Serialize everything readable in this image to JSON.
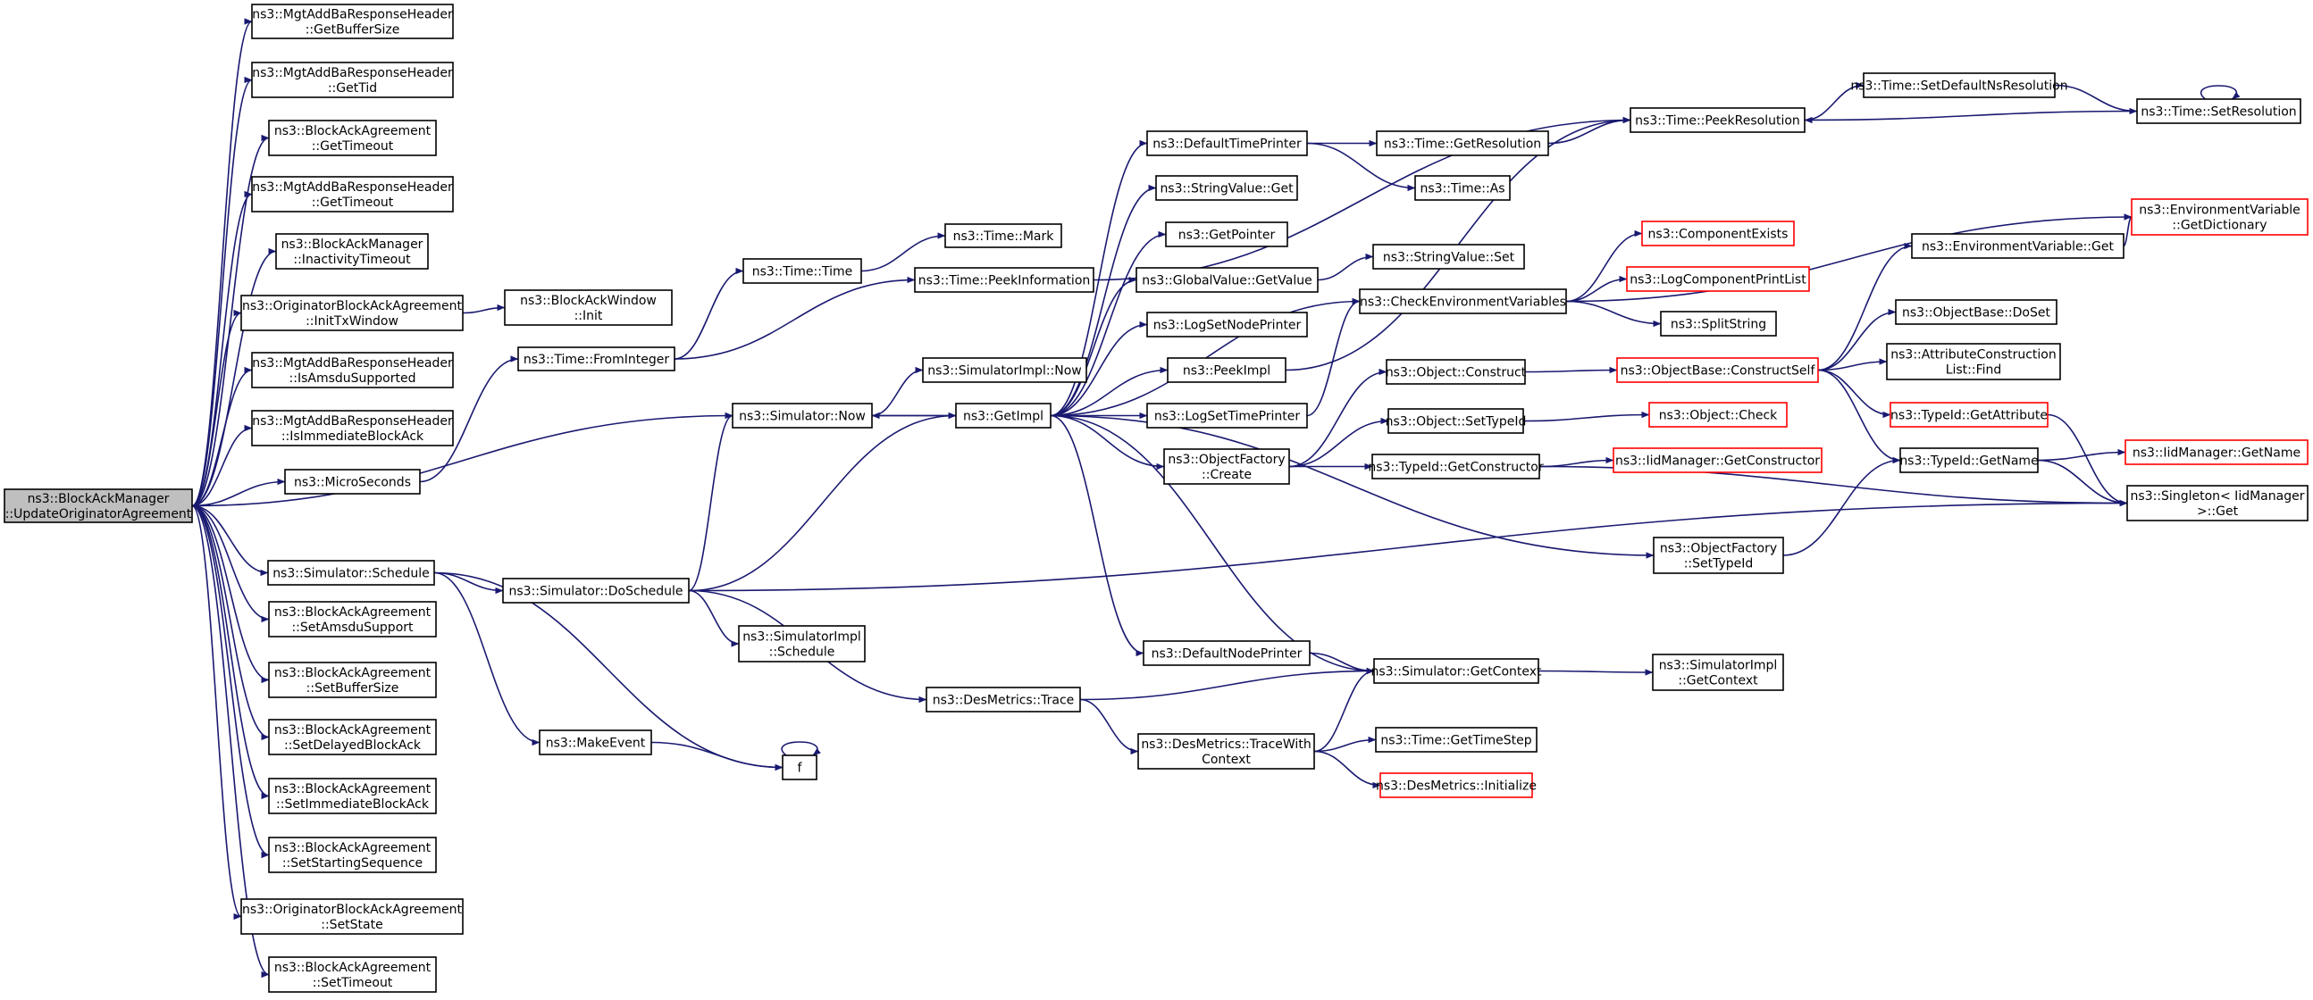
{
  "graph": {
    "root": "root",
    "nodes": [
      {
        "id": "root",
        "lines": [
          "ns3::BlockAckManager",
          "::UpdateOriginatorAgreement"
        ],
        "style": "root"
      },
      {
        "id": "getBufferSizeHdr",
        "lines": [
          "ns3::MgtAddBaResponseHeader",
          "::GetBufferSize"
        ]
      },
      {
        "id": "getTid",
        "lines": [
          "ns3::MgtAddBaResponseHeader",
          "::GetTid"
        ]
      },
      {
        "id": "getTimeoutAgr",
        "lines": [
          "ns3::BlockAckAgreement",
          "::GetTimeout"
        ]
      },
      {
        "id": "getTimeoutHdr",
        "lines": [
          "ns3::MgtAddBaResponseHeader",
          "::GetTimeout"
        ]
      },
      {
        "id": "inactivity",
        "lines": [
          "ns3::BlockAckManager",
          "::InactivityTimeout"
        ]
      },
      {
        "id": "initTx",
        "lines": [
          "ns3::OriginatorBlockAckAgreement",
          "::InitTxWindow"
        ]
      },
      {
        "id": "bawInit",
        "lines": [
          "ns3::BlockAckWindow",
          "::Init"
        ]
      },
      {
        "id": "isAmsdu",
        "lines": [
          "ns3::MgtAddBaResponseHeader",
          "::IsAmsduSupported"
        ]
      },
      {
        "id": "isImm",
        "lines": [
          "ns3::MgtAddBaResponseHeader",
          "::IsImmediateBlockAck"
        ]
      },
      {
        "id": "micro",
        "lines": [
          "ns3::MicroSeconds"
        ]
      },
      {
        "id": "fromInt",
        "lines": [
          "ns3::Time::FromInteger"
        ]
      },
      {
        "id": "timeTime",
        "lines": [
          "ns3::Time::Time"
        ]
      },
      {
        "id": "timeMark",
        "lines": [
          "ns3::Time::Mark"
        ]
      },
      {
        "id": "peekInfo",
        "lines": [
          "ns3::Time::PeekInformation"
        ]
      },
      {
        "id": "simNow",
        "lines": [
          "ns3::Simulator::Now"
        ]
      },
      {
        "id": "simImplNow",
        "lines": [
          "ns3::SimulatorImpl::Now"
        ]
      },
      {
        "id": "getImpl",
        "lines": [
          "ns3::GetImpl"
        ]
      },
      {
        "id": "schedule",
        "lines": [
          "ns3::Simulator::Schedule"
        ]
      },
      {
        "id": "doSchedule",
        "lines": [
          "ns3::Simulator::DoSchedule"
        ]
      },
      {
        "id": "simImplSched",
        "lines": [
          "ns3::SimulatorImpl",
          "::Schedule"
        ]
      },
      {
        "id": "makeEvent",
        "lines": [
          "ns3::MakeEvent"
        ]
      },
      {
        "id": "f",
        "lines": [
          "f"
        ]
      },
      {
        "id": "setAmsdu",
        "lines": [
          "ns3::BlockAckAgreement",
          "::SetAmsduSupport"
        ]
      },
      {
        "id": "setBuffer",
        "lines": [
          "ns3::BlockAckAgreement",
          "::SetBufferSize"
        ]
      },
      {
        "id": "setDelayed",
        "lines": [
          "ns3::BlockAckAgreement",
          "::SetDelayedBlockAck"
        ]
      },
      {
        "id": "setImm",
        "lines": [
          "ns3::BlockAckAgreement",
          "::SetImmediateBlockAck"
        ]
      },
      {
        "id": "setStart",
        "lines": [
          "ns3::BlockAckAgreement",
          "::SetStartingSequence"
        ]
      },
      {
        "id": "setState",
        "lines": [
          "ns3::OriginatorBlockAckAgreement",
          "::SetState"
        ]
      },
      {
        "id": "setTimeout",
        "lines": [
          "ns3::BlockAckAgreement",
          "::SetTimeout"
        ]
      },
      {
        "id": "defTimePrinter",
        "lines": [
          "ns3::DefaultTimePrinter"
        ]
      },
      {
        "id": "strValGet",
        "lines": [
          "ns3::StringValue::Get"
        ]
      },
      {
        "id": "getPointer",
        "lines": [
          "ns3::GetPointer"
        ]
      },
      {
        "id": "gvGetValue",
        "lines": [
          "ns3::GlobalValue::GetValue"
        ]
      },
      {
        "id": "logSetNode",
        "lines": [
          "ns3::LogSetNodePrinter"
        ]
      },
      {
        "id": "peekImpl",
        "lines": [
          "ns3::PeekImpl"
        ]
      },
      {
        "id": "logSetTime",
        "lines": [
          "ns3::LogSetTimePrinter"
        ]
      },
      {
        "id": "objFactCreate",
        "lines": [
          "ns3::ObjectFactory",
          "::Create"
        ]
      },
      {
        "id": "defNodePrinter",
        "lines": [
          "ns3::DefaultNodePrinter"
        ]
      },
      {
        "id": "desTrace",
        "lines": [
          "ns3::DesMetrics::Trace"
        ]
      },
      {
        "id": "desTraceWith",
        "lines": [
          "ns3::DesMetrics::TraceWith",
          "Context"
        ]
      },
      {
        "id": "getResolution",
        "lines": [
          "ns3::Time::GetResolution"
        ]
      },
      {
        "id": "timeAs",
        "lines": [
          "ns3::Time::As"
        ]
      },
      {
        "id": "strValSet",
        "lines": [
          "ns3::StringValue::Set"
        ]
      },
      {
        "id": "checkEnv",
        "lines": [
          "ns3::CheckEnvironmentVariables"
        ]
      },
      {
        "id": "objConstruct",
        "lines": [
          "ns3::Object::Construct"
        ]
      },
      {
        "id": "objSetTid",
        "lines": [
          "ns3::Object::SetTypeId"
        ]
      },
      {
        "id": "tidGetCtor",
        "lines": [
          "ns3::TypeId::GetConstructor"
        ]
      },
      {
        "id": "simGetContext",
        "lines": [
          "ns3::Simulator::GetContext"
        ]
      },
      {
        "id": "getTimeStep",
        "lines": [
          "ns3::Time::GetTimeStep"
        ]
      },
      {
        "id": "desInit",
        "lines": [
          "ns3::DesMetrics::Initialize"
        ],
        "style": "ext"
      },
      {
        "id": "peekRes",
        "lines": [
          "ns3::Time::PeekResolution"
        ]
      },
      {
        "id": "setDefRes",
        "lines": [
          "ns3::Time::SetDefaultNsResolution"
        ]
      },
      {
        "id": "setRes",
        "lines": [
          "ns3::Time::SetResolution"
        ]
      },
      {
        "id": "compExists",
        "lines": [
          "ns3::ComponentExists"
        ],
        "style": "ext"
      },
      {
        "id": "logCompPrint",
        "lines": [
          "ns3::LogComponentPrintList"
        ],
        "style": "ext"
      },
      {
        "id": "splitString",
        "lines": [
          "ns3::SplitString"
        ]
      },
      {
        "id": "objBaseCS",
        "lines": [
          "ns3::ObjectBase::ConstructSelf"
        ],
        "style": "ext"
      },
      {
        "id": "objCheck",
        "lines": [
          "ns3::Object::Check"
        ],
        "style": "ext"
      },
      {
        "id": "iidGetCtor",
        "lines": [
          "ns3::IidManager::GetConstructor"
        ],
        "style": "ext"
      },
      {
        "id": "objFactSetTid",
        "lines": [
          "ns3::ObjectFactory",
          "::SetTypeId"
        ]
      },
      {
        "id": "simImplGetCtx",
        "lines": [
          "ns3::SimulatorImpl",
          "::GetContext"
        ]
      },
      {
        "id": "envVarGet",
        "lines": [
          "ns3::EnvironmentVariable::Get"
        ]
      },
      {
        "id": "objBaseDoSet",
        "lines": [
          "ns3::ObjectBase::DoSet"
        ]
      },
      {
        "id": "attrCLFind",
        "lines": [
          "ns3::AttributeConstruction",
          "List::Find"
        ]
      },
      {
        "id": "tidGetAttr",
        "lines": [
          "ns3::TypeId::GetAttribute"
        ],
        "style": "ext"
      },
      {
        "id": "tidGetName",
        "lines": [
          "ns3::TypeId::GetName"
        ]
      },
      {
        "id": "envVarGetDict",
        "lines": [
          "ns3::EnvironmentVariable",
          "::GetDictionary"
        ],
        "style": "ext"
      },
      {
        "id": "iidGetName",
        "lines": [
          "ns3::IidManager::GetName"
        ],
        "style": "ext"
      },
      {
        "id": "singletonGet",
        "lines": [
          "ns3::Singleton< IidManager",
          ">::Get"
        ]
      }
    ],
    "edges": [
      [
        "root",
        "getBufferSizeHdr"
      ],
      [
        "root",
        "getTid"
      ],
      [
        "root",
        "getTimeoutAgr"
      ],
      [
        "root",
        "getTimeoutHdr"
      ],
      [
        "root",
        "inactivity"
      ],
      [
        "root",
        "initTx"
      ],
      [
        "root",
        "isAmsdu"
      ],
      [
        "root",
        "isImm"
      ],
      [
        "root",
        "micro"
      ],
      [
        "root",
        "simNow"
      ],
      [
        "root",
        "schedule"
      ],
      [
        "root",
        "setAmsdu"
      ],
      [
        "root",
        "setBuffer"
      ],
      [
        "root",
        "setDelayed"
      ],
      [
        "root",
        "setImm"
      ],
      [
        "root",
        "setStart"
      ],
      [
        "root",
        "setState"
      ],
      [
        "root",
        "setTimeout"
      ],
      [
        "initTx",
        "bawInit"
      ],
      [
        "micro",
        "fromInt"
      ],
      [
        "fromInt",
        "timeTime"
      ],
      [
        "fromInt",
        "peekInfo"
      ],
      [
        "timeTime",
        "timeMark"
      ],
      [
        "peekInfo",
        "peekRes"
      ],
      [
        "simNow",
        "simImplNow"
      ],
      [
        "simNow",
        "getImpl"
      ],
      [
        "schedule",
        "doSchedule"
      ],
      [
        "schedule",
        "makeEvent"
      ],
      [
        "schedule",
        "f"
      ],
      [
        "doSchedule",
        "simNow"
      ],
      [
        "doSchedule",
        "getImpl"
      ],
      [
        "doSchedule",
        "simImplSched"
      ],
      [
        "doSchedule",
        "desTrace"
      ],
      [
        "doSchedule",
        "singletonGet"
      ],
      [
        "makeEvent",
        "f"
      ],
      [
        "f",
        "f"
      ],
      [
        "getImpl",
        "simNow"
      ],
      [
        "getImpl",
        "defTimePrinter"
      ],
      [
        "getImpl",
        "strValGet"
      ],
      [
        "getImpl",
        "getPointer"
      ],
      [
        "getImpl",
        "gvGetValue"
      ],
      [
        "getImpl",
        "logSetNode"
      ],
      [
        "getImpl",
        "peekImpl"
      ],
      [
        "getImpl",
        "logSetTime"
      ],
      [
        "getImpl",
        "objFactCreate"
      ],
      [
        "getImpl",
        "defNodePrinter"
      ],
      [
        "getImpl",
        "simGetContext"
      ],
      [
        "getImpl",
        "objFactSetTid"
      ],
      [
        "getImpl",
        "checkEnv"
      ],
      [
        "defTimePrinter",
        "getResolution"
      ],
      [
        "defTimePrinter",
        "timeAs"
      ],
      [
        "getResolution",
        "peekRes"
      ],
      [
        "gvGetValue",
        "strValSet"
      ],
      [
        "logSetTime",
        "checkEnv"
      ],
      [
        "objFactCreate",
        "objConstruct"
      ],
      [
        "objFactCreate",
        "objSetTid"
      ],
      [
        "objFactCreate",
        "tidGetCtor"
      ],
      [
        "defNodePrinter",
        "simGetContext"
      ],
      [
        "desTrace",
        "simGetContext"
      ],
      [
        "desTrace",
        "desTraceWith"
      ],
      [
        "desTraceWith",
        "simGetContext"
      ],
      [
        "desTraceWith",
        "getTimeStep"
      ],
      [
        "desTraceWith",
        "desInit"
      ],
      [
        "checkEnv",
        "compExists"
      ],
      [
        "checkEnv",
        "logCompPrint"
      ],
      [
        "checkEnv",
        "splitString"
      ],
      [
        "checkEnv",
        "envVarGetDict"
      ],
      [
        "objConstruct",
        "objBaseCS"
      ],
      [
        "objSetTid",
        "objCheck"
      ],
      [
        "tidGetCtor",
        "iidGetCtor"
      ],
      [
        "tidGetCtor",
        "singletonGet"
      ],
      [
        "simGetContext",
        "simImplGetCtx"
      ],
      [
        "objFactSetTid",
        "tidGetName"
      ],
      [
        "objBaseCS",
        "envVarGet"
      ],
      [
        "objBaseCS",
        "objBaseDoSet"
      ],
      [
        "objBaseCS",
        "attrCLFind"
      ],
      [
        "objBaseCS",
        "tidGetAttr"
      ],
      [
        "objBaseCS",
        "tidGetName"
      ],
      [
        "envVarGet",
        "envVarGetDict"
      ],
      [
        "tidGetAttr",
        "singletonGet"
      ],
      [
        "tidGetName",
        "iidGetName"
      ],
      [
        "tidGetName",
        "singletonGet"
      ],
      [
        "peekRes",
        "setDefRes"
      ],
      [
        "setDefRes",
        "setRes"
      ],
      [
        "setRes",
        "peekRes"
      ],
      [
        "setRes",
        "setRes"
      ],
      [
        "peekImpl",
        "peekRes"
      ]
    ]
  }
}
